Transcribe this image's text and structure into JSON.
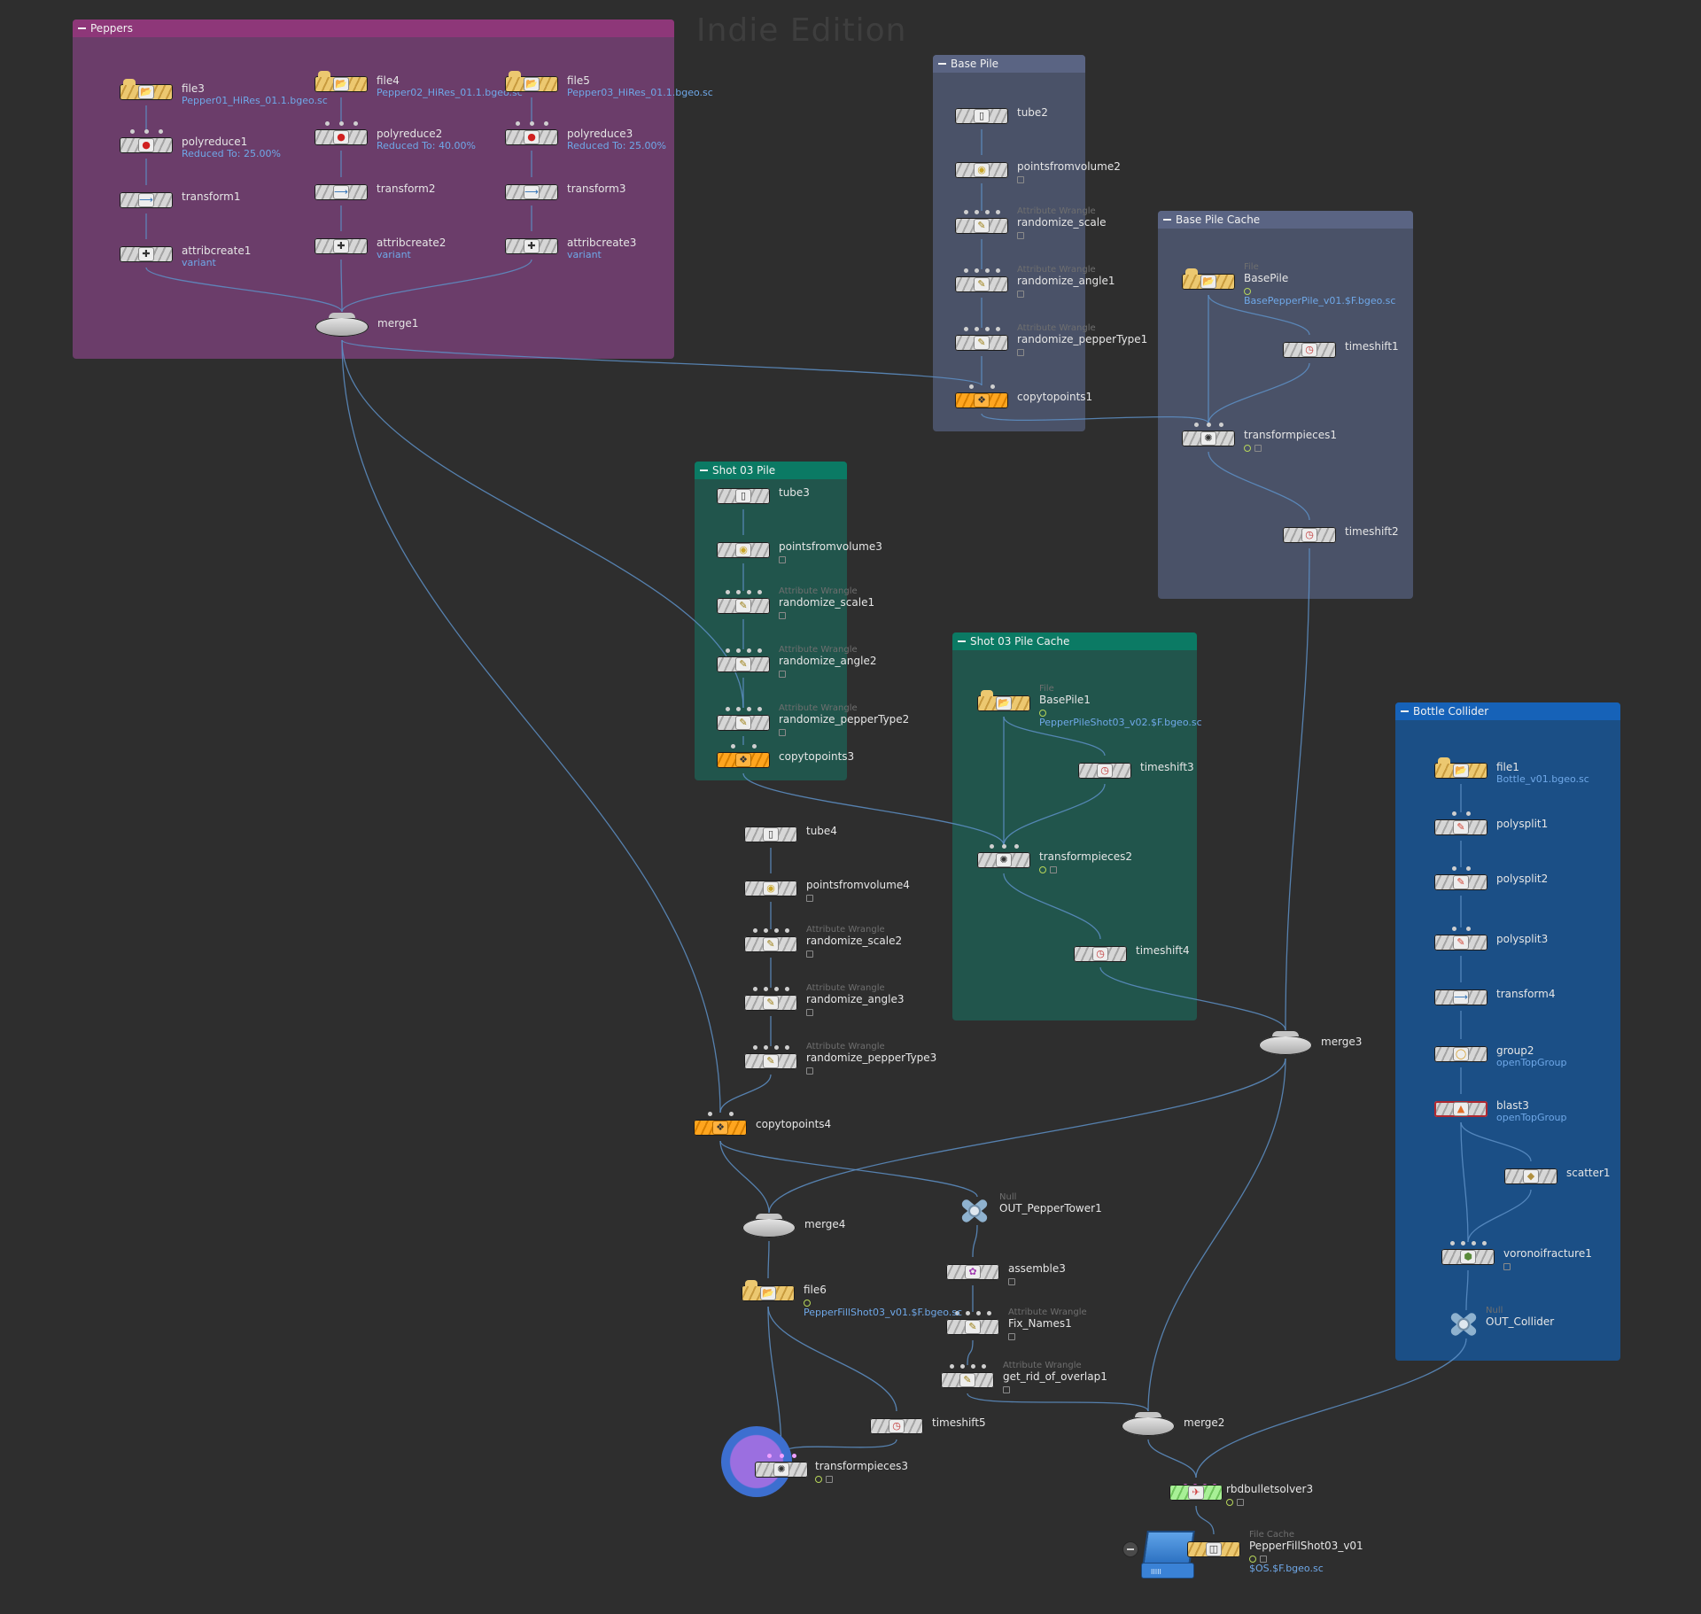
{
  "watermark": "Indie Edition",
  "colors": {
    "peppers_box": "#6b3d6a",
    "peppers_head": "#8e3779",
    "slate_box": "#4a5268",
    "slate_head": "#5a6483",
    "teal_box": "#21554c",
    "teal_head": "#0b7a64",
    "blue_box": "#1b4f86",
    "blue_head": "#1662b8",
    "wire": "#5d8fc6",
    "background": "#2e2e2e"
  },
  "netboxes": {
    "peppers": "Peppers",
    "base_pile": "Base Pile",
    "base_pile_cache": "Base Pile Cache",
    "shot03_pile": "Shot 03 Pile",
    "shot03_pile_cache": "Shot 03 Pile Cache",
    "bottle_collider": "Bottle Collider"
  },
  "nodes": {
    "file3": {
      "name": "file3",
      "sub": "Pepper01_HiRes_01.1.bgeo.sc"
    },
    "file4": {
      "name": "file4",
      "sub": "Pepper02_HiRes_01.1.bgeo.sc"
    },
    "file5": {
      "name": "file5",
      "sub": "Pepper03_HiRes_01.1.bgeo.sc"
    },
    "polyreduce1": {
      "name": "polyreduce1",
      "sub": "Reduced To: 25.00%"
    },
    "polyreduce2": {
      "name": "polyreduce2",
      "sub": "Reduced To: 40.00%"
    },
    "polyreduce3": {
      "name": "polyreduce3",
      "sub": "Reduced To: 25.00%"
    },
    "transform1": {
      "name": "transform1"
    },
    "transform2": {
      "name": "transform2"
    },
    "transform3": {
      "name": "transform3"
    },
    "attribcreate1": {
      "name": "attribcreate1",
      "sub": "variant"
    },
    "attribcreate2": {
      "name": "attribcreate2",
      "sub": "variant"
    },
    "attribcreate3": {
      "name": "attribcreate3",
      "sub": "variant"
    },
    "merge1": {
      "name": "merge1"
    },
    "tube2": {
      "name": "tube2"
    },
    "pointsfromvolume2": {
      "name": "pointsfromvolume2"
    },
    "randomize_scale": {
      "type": "Attribute Wrangle",
      "name": "randomize_scale"
    },
    "randomize_angle1": {
      "type": "Attribute Wrangle",
      "name": "randomize_angle1"
    },
    "randomize_pepperType1": {
      "type": "Attribute Wrangle",
      "name": "randomize_pepperType1"
    },
    "copytopoints1": {
      "name": "copytopoints1"
    },
    "BasePile": {
      "type": "File",
      "name": "BasePile",
      "sub": "BasePepperPile_v01.$F.bgeo.sc"
    },
    "timeshift1": {
      "name": "timeshift1"
    },
    "transformpieces1": {
      "name": "transformpieces1"
    },
    "timeshift2": {
      "name": "timeshift2"
    },
    "tube3": {
      "name": "tube3"
    },
    "pointsfromvolume3": {
      "name": "pointsfromvolume3"
    },
    "randomize_scale1": {
      "type": "Attribute Wrangle",
      "name": "randomize_scale1"
    },
    "randomize_angle2": {
      "type": "Attribute Wrangle",
      "name": "randomize_angle2"
    },
    "randomize_pepperType2": {
      "type": "Attribute Wrangle",
      "name": "randomize_pepperType2"
    },
    "copytopoints3": {
      "name": "copytopoints3"
    },
    "BasePile1": {
      "type": "File",
      "name": "BasePile1",
      "sub": "PepperPileShot03_v02.$F.bgeo.sc"
    },
    "timeshift3": {
      "name": "timeshift3"
    },
    "transformpieces2": {
      "name": "transformpieces2"
    },
    "timeshift4": {
      "name": "timeshift4"
    },
    "tube4": {
      "name": "tube4"
    },
    "pointsfromvolume4": {
      "name": "pointsfromvolume4"
    },
    "randomize_scale2": {
      "type": "Attribute Wrangle",
      "name": "randomize_scale2"
    },
    "randomize_angle3": {
      "type": "Attribute Wrangle",
      "name": "randomize_angle3"
    },
    "randomize_pepperType3": {
      "type": "Attribute Wrangle",
      "name": "randomize_pepperType3"
    },
    "copytopoints4": {
      "name": "copytopoints4"
    },
    "merge3": {
      "name": "merge3"
    },
    "merge4": {
      "name": "merge4"
    },
    "OUT_PepperTower1": {
      "type": "Null",
      "name": "OUT_PepperTower1"
    },
    "assemble3": {
      "name": "assemble3"
    },
    "Fix_Names1": {
      "type": "Attribute Wrangle",
      "name": "Fix_Names1"
    },
    "get_rid_of_overlap1": {
      "type": "Attribute Wrangle",
      "name": "get_rid_of_overlap1"
    },
    "file6": {
      "name": "file6",
      "sub": "PepperFillShot03_v01.$F.bgeo.sc"
    },
    "timeshift5": {
      "name": "timeshift5"
    },
    "transformpieces3": {
      "name": "transformpieces3"
    },
    "merge2": {
      "name": "merge2"
    },
    "rbdbulletsolver3": {
      "name": "rbdbulletsolver3"
    },
    "PepperFillShot03_v01": {
      "type": "File Cache",
      "name": "PepperFillShot03_v01",
      "sub": "$OS.$F.bgeo.sc"
    },
    "file1": {
      "name": "file1",
      "sub": "Bottle_v01.bgeo.sc"
    },
    "polysplit1": {
      "name": "polysplit1"
    },
    "polysplit2": {
      "name": "polysplit2"
    },
    "polysplit3": {
      "name": "polysplit3"
    },
    "transform4": {
      "name": "transform4"
    },
    "group2": {
      "name": "group2",
      "sub": "openTopGroup"
    },
    "blast3": {
      "name": "blast3",
      "sub": "openTopGroup"
    },
    "scatter1": {
      "name": "scatter1"
    },
    "voronoifracture1": {
      "name": "voronoifracture1"
    },
    "OUT_Collider": {
      "type": "Null",
      "name": "OUT_Collider"
    }
  },
  "icons": {
    "file": "file-folder-icon",
    "polyreduce": "polyreduce-icon",
    "transform": "transform-icon",
    "attribcreate": "attribcreate-icon",
    "merge": "merge-icon",
    "tube": "tube-icon",
    "pointsfromvolume": "points-icon",
    "wrangle": "wrangle-icon",
    "copytopoints": "copy-icon",
    "timeshift": "clock-icon",
    "transformpieces": "transformpieces-icon",
    "null": "null-icon",
    "assemble": "assemble-icon",
    "polysplit": "polysplit-icon",
    "group": "group-icon",
    "blast": "blast-icon",
    "scatter": "scatter-icon",
    "voronoi": "voronoi-icon",
    "rbd": "rbd-solver-icon",
    "filecache": "filecache-icon"
  }
}
